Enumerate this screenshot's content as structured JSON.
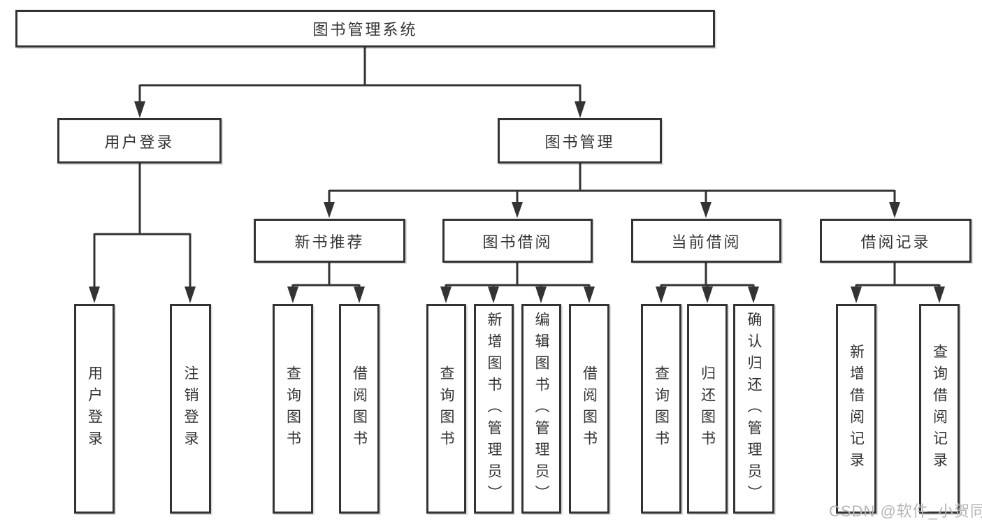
{
  "tree": {
    "root": {
      "label": "图书管理系统",
      "children": [
        {
          "label": "用户登录",
          "children": [
            {
              "label": "用户登录"
            },
            {
              "label": "注销登录"
            }
          ]
        },
        {
          "label": "图书管理",
          "children": [
            {
              "label": "新书推荐",
              "children": [
                {
                  "label": "查询图书"
                },
                {
                  "label": "借阅图书"
                }
              ]
            },
            {
              "label": "图书借阅",
              "children": [
                {
                  "label": "查询图书"
                },
                {
                  "label": "新增图书（管理员）"
                },
                {
                  "label": "编辑图书（管理员）"
                },
                {
                  "label": "借阅图书"
                }
              ]
            },
            {
              "label": "当前借阅",
              "children": [
                {
                  "label": "查询图书"
                },
                {
                  "label": "归还图书"
                },
                {
                  "label": "确认归还（管理员）"
                }
              ]
            },
            {
              "label": "借阅记录",
              "children": [
                {
                  "label": "新增借阅记录"
                },
                {
                  "label": "查询借阅记录"
                }
              ]
            }
          ]
        }
      ]
    }
  },
  "watermark": {
    "text": "CSDN @软件_小贺同学"
  },
  "colors": {
    "line": "#333333",
    "text": "#333333",
    "watermark": "#b5b5b5",
    "background": "#ffffff"
  }
}
